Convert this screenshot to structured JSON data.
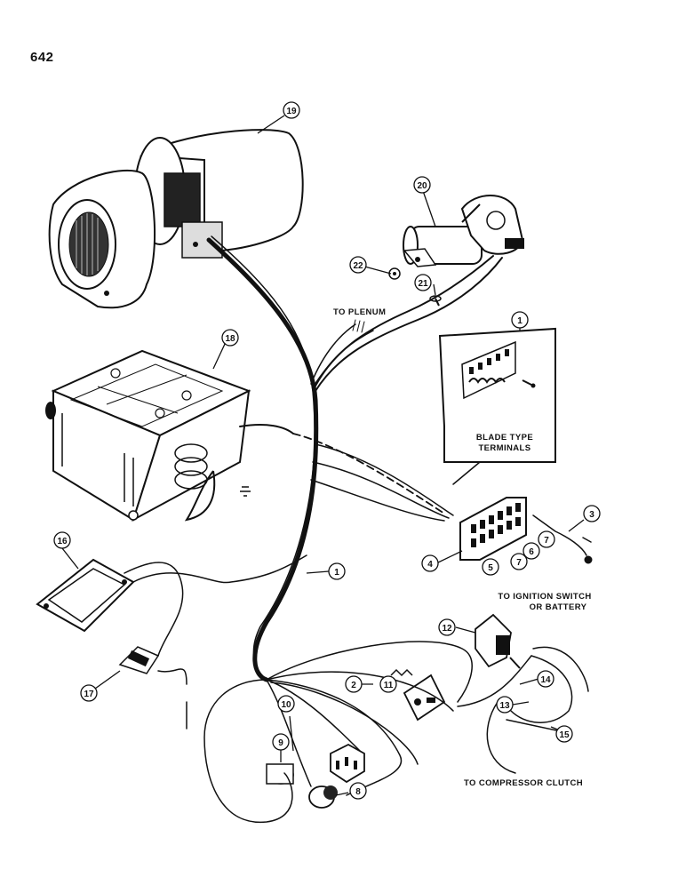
{
  "page_number": "642",
  "labels": {
    "to_plenum": "TO PLENUM",
    "blade_type_terminals": "BLADE TYPE TERMINALS",
    "to_ignition_switch": "TO IGNITION SWITCH",
    "or_battery": "OR BATTERY",
    "to_compressor_clutch": "TO COMPRESSOR CLUTCH"
  },
  "callouts": [
    "1",
    "1",
    "2",
    "3",
    "4",
    "5",
    "6",
    "7",
    "7",
    "8",
    "9",
    "10",
    "11",
    "12",
    "13",
    "14",
    "15",
    "16",
    "17",
    "18",
    "19",
    "20",
    "21",
    "22"
  ]
}
